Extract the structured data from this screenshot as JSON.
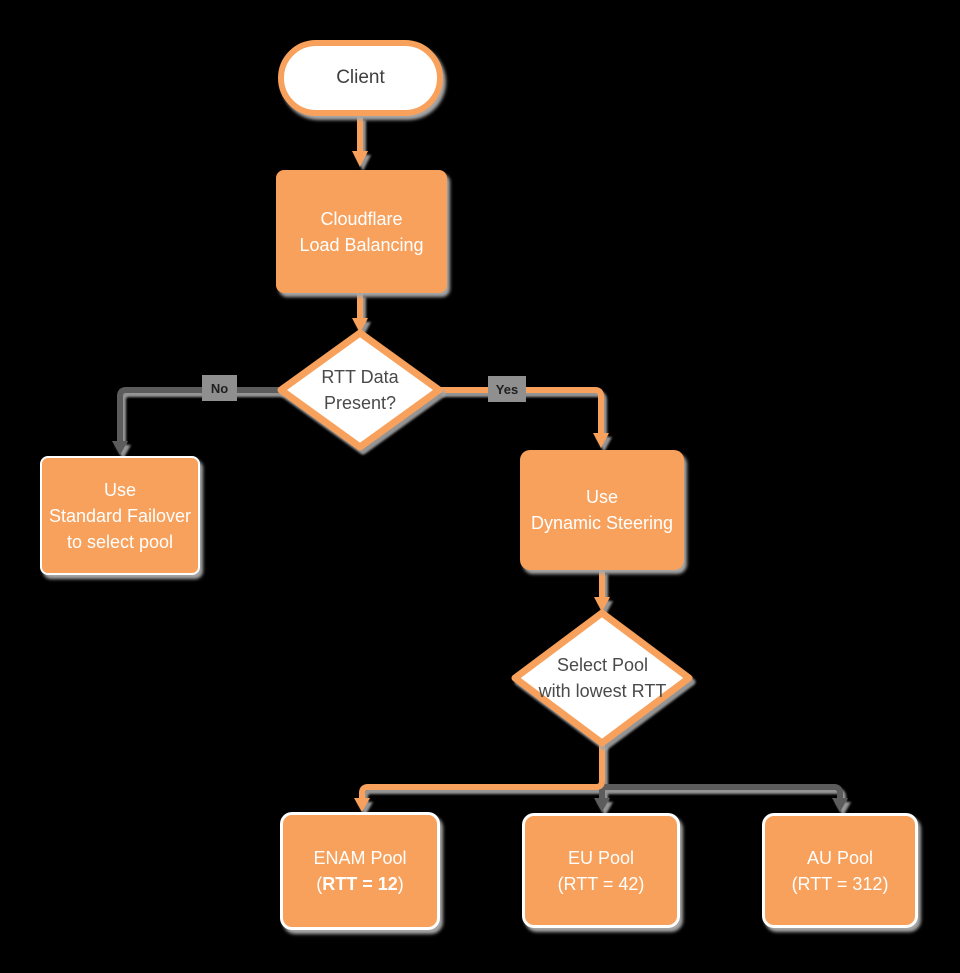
{
  "diagram": {
    "nodes": {
      "client": {
        "label": "Client"
      },
      "load_balancing": {
        "label": "Cloudflare\nLoad Balancing"
      },
      "rtt_decision": {
        "label": "RTT Data\nPresent?"
      },
      "standard_failover": {
        "label": "Use\nStandard Failover\nto select pool"
      },
      "dynamic_steering": {
        "label": "Use\nDynamic Steering"
      },
      "select_pool": {
        "label": "Select Pool\nwith lowest RTT"
      },
      "enam_pool": {
        "name": "ENAM Pool",
        "rtt_open": "(",
        "rtt_value": "RTT = 12",
        "rtt_close": ")"
      },
      "eu_pool": {
        "name": "EU Pool",
        "rtt": "(RTT = 42)"
      },
      "au_pool": {
        "name": "AU Pool",
        "rtt": "(RTT = 312)"
      }
    },
    "edge_labels": {
      "no": "No",
      "yes": "Yes"
    },
    "edges": [
      {
        "from": "client",
        "to": "load_balancing",
        "color": "orange"
      },
      {
        "from": "load_balancing",
        "to": "rtt_decision",
        "color": "orange"
      },
      {
        "from": "rtt_decision",
        "to": "standard_failover",
        "color": "gray",
        "label": "No"
      },
      {
        "from": "rtt_decision",
        "to": "dynamic_steering",
        "color": "orange",
        "label": "Yes"
      },
      {
        "from": "dynamic_steering",
        "to": "select_pool",
        "color": "orange"
      },
      {
        "from": "select_pool",
        "to": "enam_pool",
        "color": "orange"
      },
      {
        "from": "select_pool",
        "to": "eu_pool",
        "color": "gray"
      },
      {
        "from": "select_pool",
        "to": "au_pool",
        "color": "gray"
      }
    ],
    "colors": {
      "node_fill_orange": "#F7A15C",
      "decision_fill": "#FFFFFF",
      "decision_border": "#F7A15C",
      "edge_orange": "#F7A15C",
      "edge_gray": "#5B5B5B",
      "label_badge_bg": "#8F8F8F",
      "label_badge_text": "#1F1F1F",
      "node_text_light": "#FFFFFF",
      "node_text_dark": "#4A4A4A",
      "shadow": "#A6A6A6",
      "background": "#000000"
    }
  }
}
